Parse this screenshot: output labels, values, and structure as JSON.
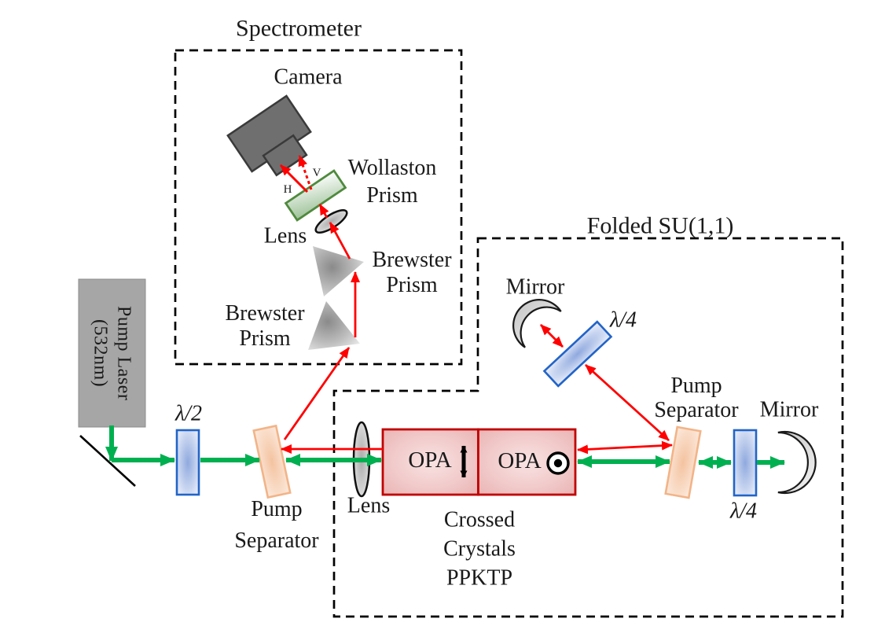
{
  "titles": {
    "spectrometer": "Spectrometer",
    "folded": "Folded SU(1,1)"
  },
  "labels": {
    "camera": "Camera",
    "wollaston": [
      "Wollaston",
      "Prism"
    ],
    "spec_lens": "Lens",
    "brewster_upper": [
      "Brewster",
      "Prism"
    ],
    "brewster_lower": [
      "Brewster",
      "Prism"
    ],
    "h": "H",
    "v": "V",
    "mirror_upper": "Mirror",
    "qwp_tilted": "λ/4",
    "sep_right": [
      "Pump",
      "Separator"
    ],
    "mirror_right": "Mirror",
    "qwp_right": "λ/4",
    "laser": [
      "Pump Laser",
      "(532nm)"
    ],
    "hwp": "λ/2",
    "sep_left": [
      "Pump",
      "Separator"
    ],
    "lens_main": "Lens",
    "opa_left": "OPA",
    "opa_right": "OPA",
    "crystals": [
      "Crossed",
      "Crystals",
      "PPKTP"
    ]
  },
  "colors": {
    "pump_beam": "#00b050",
    "signal_beam": "#ff0000",
    "dashed_box": "#000000",
    "text": "#1a1a1a",
    "crystal_border": "#c00000",
    "crystal_fill_edge": "#e9b0b0",
    "waveplate_border": "#2264c8",
    "waveplate_fill_center": "#8fa9de",
    "separator_border": "#f2b488",
    "separator_fill_center": "#f4c3a0",
    "laser_fill": "#a6a6a6",
    "camera_fill": "#6f6f6f",
    "camera_border": "#3a3a3a",
    "wollaston_border": "#4f8a3d",
    "prism_fill_center": "#8a8a8a",
    "mirror_fill": "#d9d9d9",
    "polarization_mark": "#000000"
  }
}
